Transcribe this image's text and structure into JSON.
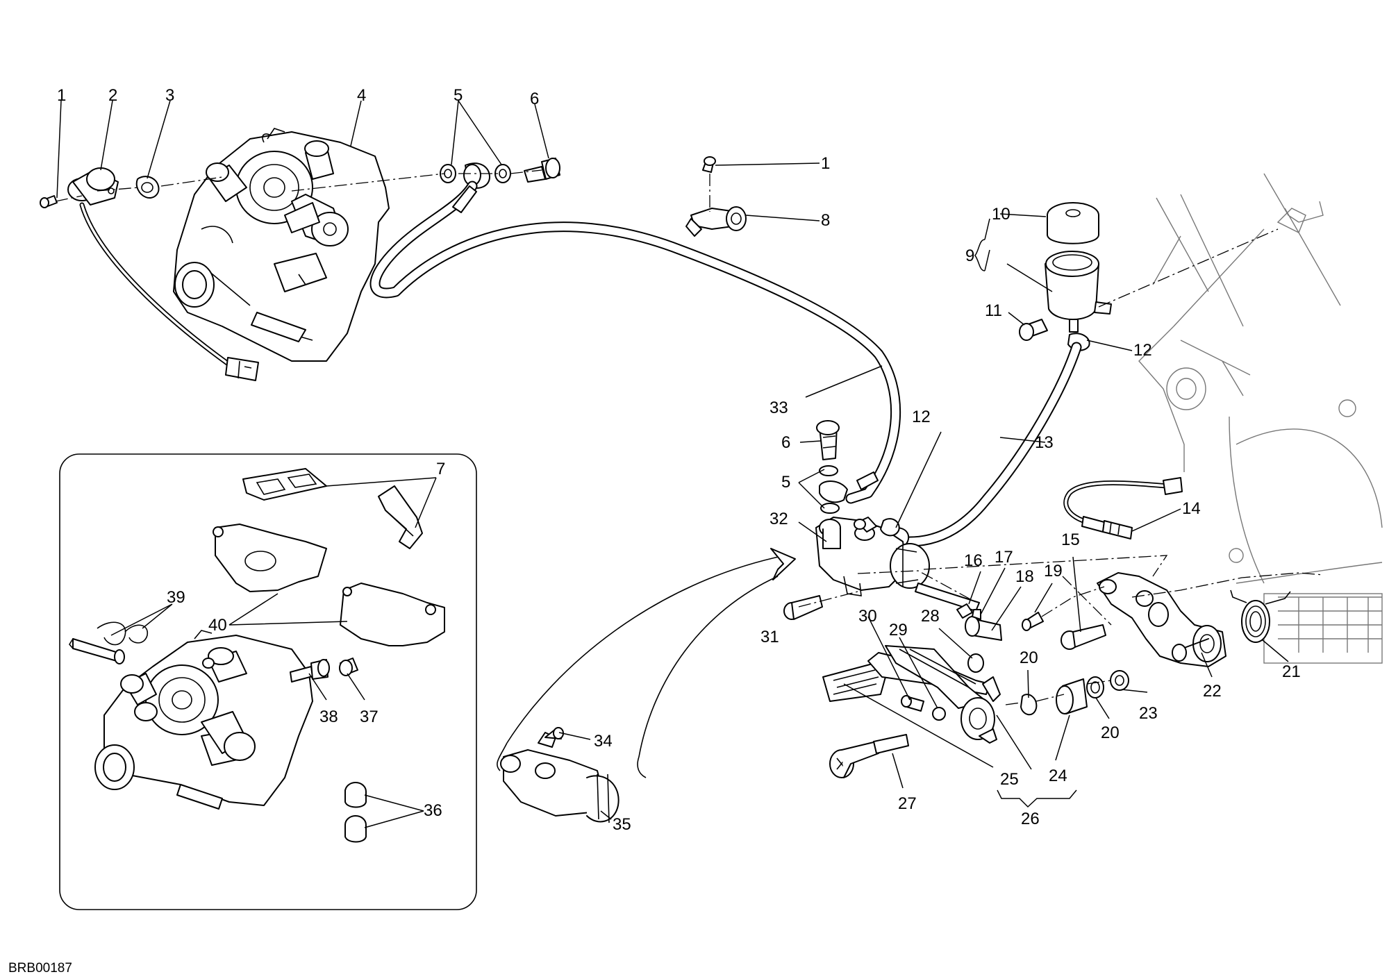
{
  "drawing_code": "BRB00187",
  "callouts": [
    {
      "id": "c1a",
      "text": "1"
    },
    {
      "id": "c2",
      "text": "2"
    },
    {
      "id": "c3",
      "text": "3"
    },
    {
      "id": "c4",
      "text": "4"
    },
    {
      "id": "c5a",
      "text": "5"
    },
    {
      "id": "c6a",
      "text": "6"
    },
    {
      "id": "c1b",
      "text": "1"
    },
    {
      "id": "c8",
      "text": "8"
    },
    {
      "id": "c9",
      "text": "9"
    },
    {
      "id": "c10",
      "text": "10"
    },
    {
      "id": "c11",
      "text": "11"
    },
    {
      "id": "c12a",
      "text": "12"
    },
    {
      "id": "c33",
      "text": "33"
    },
    {
      "id": "c12b",
      "text": "12"
    },
    {
      "id": "c13",
      "text": "13"
    },
    {
      "id": "c6b",
      "text": "6"
    },
    {
      "id": "c5b",
      "text": "5"
    },
    {
      "id": "c32",
      "text": "32"
    },
    {
      "id": "c14",
      "text": "14"
    },
    {
      "id": "c15",
      "text": "15"
    },
    {
      "id": "c16",
      "text": "16"
    },
    {
      "id": "c17",
      "text": "17"
    },
    {
      "id": "c18",
      "text": "18"
    },
    {
      "id": "c19",
      "text": "19"
    },
    {
      "id": "c31",
      "text": "31"
    },
    {
      "id": "c30",
      "text": "30"
    },
    {
      "id": "c29",
      "text": "29"
    },
    {
      "id": "c28",
      "text": "28"
    },
    {
      "id": "c20a",
      "text": "20"
    },
    {
      "id": "c21",
      "text": "21"
    },
    {
      "id": "c22",
      "text": "22"
    },
    {
      "id": "c23",
      "text": "23"
    },
    {
      "id": "c20b",
      "text": "20"
    },
    {
      "id": "c25",
      "text": "25"
    },
    {
      "id": "c24",
      "text": "24"
    },
    {
      "id": "c26",
      "text": "26"
    },
    {
      "id": "c27",
      "text": "27"
    },
    {
      "id": "c34",
      "text": "34"
    },
    {
      "id": "c35",
      "text": "35"
    },
    {
      "id": "c7",
      "text": "7"
    },
    {
      "id": "c39",
      "text": "39"
    },
    {
      "id": "c40",
      "text": "40"
    },
    {
      "id": "c38",
      "text": "38"
    },
    {
      "id": "c37",
      "text": "37"
    },
    {
      "id": "c36",
      "text": "36"
    }
  ]
}
